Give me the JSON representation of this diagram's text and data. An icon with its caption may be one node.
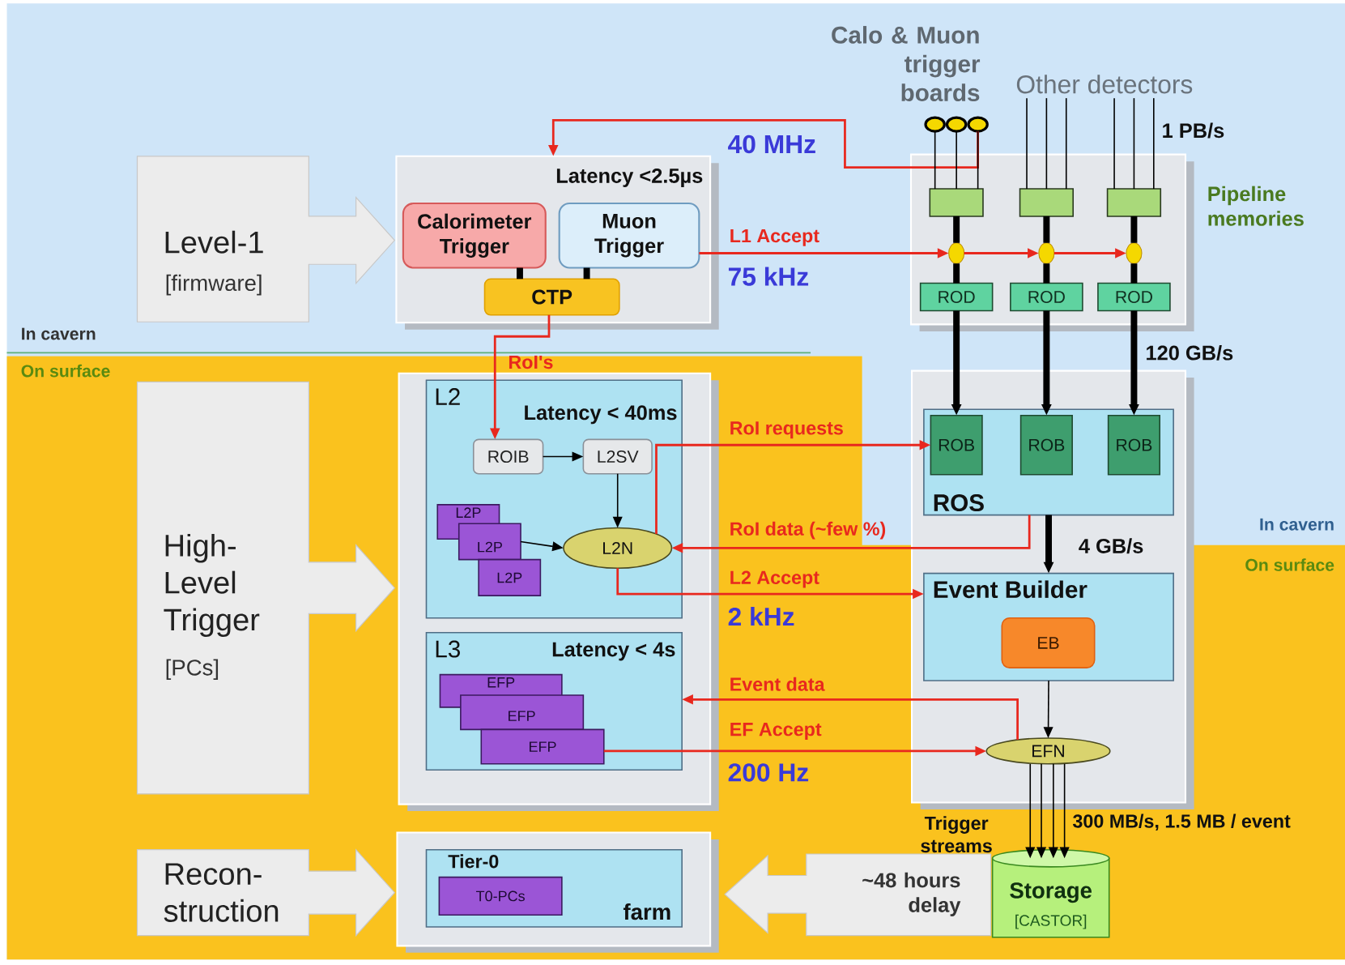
{
  "diagram": {
    "nodes": [
      {
        "text": [
          "Level-1",
          "[firmware]"
        ]
      },
      {
        "text": [
          "High-Level Trigger",
          "[PCs]"
        ]
      },
      {
        "text": [
          "Recon-struction"
        ]
      },
      {
        "text": [
          "Latency <2.5µs"
        ]
      },
      {
        "text": [
          "Calorimeter Trigger"
        ],
        "in": 3
      },
      {
        "text": [
          "Muon Trigger"
        ],
        "in": 3
      },
      {
        "text": [
          "CTP"
        ],
        "in": 3
      },
      {
        "text": [],
        "shape": "circle"
      },
      {
        "text": [],
        "shape": "circle"
      },
      {
        "text": [],
        "shape": "circle"
      },
      {
        "text": [
          "Other detectors"
        ]
      },
      {
        "text": [],
        "shape": "box",
        "beside": [
          "Pipeline memories"
        ]
      },
      {
        "text": [],
        "shape": "box",
        "in": 11
      },
      {
        "text": [],
        "shape": "box",
        "in": 11
      },
      {
        "text": [],
        "shape": "box",
        "in": 11
      },
      {
        "text": [],
        "shape": "circle",
        "in": 11
      },
      {
        "text": [],
        "shape": "circle",
        "in": 11
      },
      {
        "text": [],
        "shape": "circle",
        "in": 11
      },
      {
        "text": [
          "ROD"
        ],
        "in": 11
      },
      {
        "text": [
          "ROD"
        ],
        "in": 11
      },
      {
        "text": [
          "ROD"
        ],
        "in": 11
      },
      {
        "text": [],
        "shape": "box"
      },
      {
        "text": [
          "L2",
          "Latency < 40ms"
        ],
        "in": 21
      },
      {
        "text": [
          "ROIB"
        ],
        "in": 22
      },
      {
        "text": [
          "L2SV"
        ],
        "in": 22
      },
      {
        "text": [
          "L2P"
        ],
        "in": 22
      },
      {
        "text": [
          "L2P"
        ],
        "in": 22
      },
      {
        "text": [
          "L2P"
        ],
        "in": 22
      },
      {
        "text": [
          "L2N"
        ],
        "in": 22
      },
      {
        "text": [
          "L3",
          "Latency < 4s"
        ],
        "in": 21
      },
      {
        "text": [
          "EFP"
        ],
        "in": 29
      },
      {
        "text": [
          "EFP"
        ],
        "in": 29
      },
      {
        "text": [
          "EFP"
        ],
        "in": 29
      },
      {
        "text": [],
        "shape": "box"
      },
      {
        "text": [
          "ROS"
        ],
        "in": 33
      },
      {
        "text": [
          "ROB"
        ],
        "in": 34
      },
      {
        "text": [
          "ROB"
        ],
        "in": 34
      },
      {
        "text": [
          "ROB"
        ],
        "in": 34
      },
      {
        "text": [
          "Event Builder"
        ],
        "in": 33
      },
      {
        "text": [
          "EB"
        ],
        "in": 38
      },
      {
        "text": [
          "EFN"
        ],
        "in": 33
      },
      {
        "text": [
          "Storage",
          "[CASTOR]"
        ]
      },
      {
        "text": [],
        "shape": "box"
      },
      {
        "text": [
          "Tier-0",
          "farm"
        ],
        "in": 42
      },
      {
        "text": [
          "T0-PCs"
        ],
        "in": 43
      },
      {
        "text": [
          "~48 hours delay"
        ]
      }
    ],
    "edges": [
      {
        "from": 9,
        "to": 3,
        "arrow": "to",
        "color": "#e8281e"
      },
      {
        "from": 7,
        "to": 12,
        "arrow": "none"
      },
      {
        "from": 8,
        "to": 12,
        "arrow": "none"
      },
      {
        "from": 9,
        "to": 12,
        "arrow": "none"
      },
      {
        "from": 10,
        "to": 13,
        "arrow": "none"
      },
      {
        "from": 10,
        "to": 13,
        "arrow": "none"
      },
      {
        "from": 10,
        "to": 13,
        "arrow": "none"
      },
      {
        "from": 10,
        "to": 14,
        "arrow": "none"
      },
      {
        "from": 10,
        "to": 14,
        "arrow": "none"
      },
      {
        "from": 10,
        "to": 14,
        "arrow": "none"
      },
      {
        "from": 12,
        "to": 15,
        "arrow": "none",
        "style": "thick"
      },
      {
        "from": 13,
        "to": 16,
        "arrow": "none",
        "style": "thick"
      },
      {
        "from": 14,
        "to": 17,
        "arrow": "none",
        "style": "thick"
      },
      {
        "from": 15,
        "to": 18,
        "arrow": "none",
        "style": "thick"
      },
      {
        "from": 16,
        "to": 19,
        "arrow": "none",
        "style": "thick"
      },
      {
        "from": 17,
        "to": 20,
        "arrow": "none",
        "style": "thick"
      },
      {
        "from": 5,
        "to": 15,
        "arrow": "to",
        "label": "L1 Accept",
        "color": "#e8281e"
      },
      {
        "from": 15,
        "to": 16,
        "arrow": "to",
        "color": "#e8281e"
      },
      {
        "from": 16,
        "to": 17,
        "arrow": "to",
        "color": "#e8281e"
      },
      {
        "from": 4,
        "to": 6,
        "arrow": "none",
        "style": "thick"
      },
      {
        "from": 5,
        "to": 6,
        "arrow": "none",
        "style": "thick"
      },
      {
        "from": 6,
        "to": 23,
        "arrow": "to",
        "label": "RoI's",
        "color": "#e8281e"
      },
      {
        "from": 18,
        "to": 35,
        "arrow": "to",
        "style": "thick"
      },
      {
        "from": 19,
        "to": 36,
        "arrow": "to",
        "style": "thick"
      },
      {
        "from": 20,
        "to": 37,
        "arrow": "to",
        "style": "thick"
      },
      {
        "from": 23,
        "to": 24,
        "arrow": "to"
      },
      {
        "from": 24,
        "to": 28,
        "arrow": "to"
      },
      {
        "from": 26,
        "to": 28,
        "arrow": "to"
      },
      {
        "from": 28,
        "to": 35,
        "arrow": "to",
        "label": "RoI requests",
        "color": "#e8281e"
      },
      {
        "from": 34,
        "to": 28,
        "arrow": "to",
        "label": "RoI data (~few %)",
        "color": "#e8281e"
      },
      {
        "from": 28,
        "to": 38,
        "arrow": "to",
        "label": "L2 Accept",
        "color": "#e8281e"
      },
      {
        "from": 34,
        "to": 38,
        "arrow": "to",
        "style": "thick"
      },
      {
        "from": 38,
        "to": 40,
        "arrow": "to"
      },
      {
        "from": 40,
        "to": 29,
        "arrow": "to",
        "label": "Event data",
        "color": "#e8281e"
      },
      {
        "from": 32,
        "to": 40,
        "arrow": "to",
        "label": "EF Accept",
        "color": "#e8281e"
      },
      {
        "from": 40,
        "to": 41,
        "arrow": "to"
      },
      {
        "from": 40,
        "to": 41,
        "arrow": "to"
      },
      {
        "from": 40,
        "to": 41,
        "arrow": "to"
      },
      {
        "from": 40,
        "to": 41,
        "arrow": "to"
      }
    ],
    "labels": [
      "Calo & Muon trigger boards",
      "1 PB/s",
      "40 MHz",
      "75 kHz",
      "In cavern",
      "On surface",
      "120 GB/s",
      "In cavern",
      "4 GB/s",
      "On surface",
      "2 kHz",
      "200 Hz",
      "Trigger streams",
      "300 MB/s, 1.5 MB / event"
    ]
  }
}
